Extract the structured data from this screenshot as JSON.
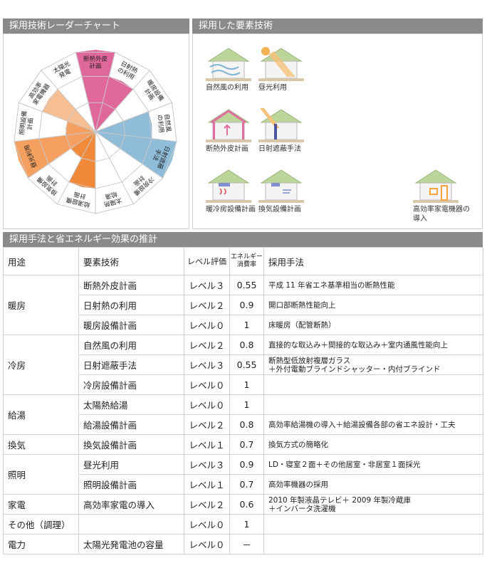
{
  "headers": {
    "radar": "採用技術レーダーチャート",
    "elements": "採用した要素技術",
    "table": "採用手法と省エネルギー効果の推計"
  },
  "chart_data": {
    "type": "radar",
    "levels": 3,
    "axes": [
      {
        "label": "断熱外皮計画",
        "lines": [
          "断熱外皮",
          "計画"
        ],
        "level": 3,
        "color": "#e0679a"
      },
      {
        "label": "日射熱の利用",
        "lines": [
          "日射熱",
          "の利用"
        ],
        "level": 2,
        "color": "#e0679a"
      },
      {
        "label": "暖房設備計画",
        "lines": [
          "暖房設備",
          "計画"
        ],
        "level": 0,
        "color": "#e0679a"
      },
      {
        "label": "自然風の利用",
        "lines": [
          "自然風",
          "の利用"
        ],
        "level": 2,
        "color": "#8fbcd9"
      },
      {
        "label": "日射遮蔽手法",
        "lines": [
          "日射遮蔽",
          "手法"
        ],
        "level": 3,
        "color": "#8fbcd9"
      },
      {
        "label": "冷房設備計画",
        "lines": [
          "冷房設備",
          "計画"
        ],
        "level": 0,
        "color": "#8fbcd9"
      },
      {
        "label": "太陽熱給湯",
        "lines": [
          "太陽熱",
          "給湯"
        ],
        "level": 0,
        "color": "#f2a35c"
      },
      {
        "label": "給湯設備計画",
        "lines": [
          "給湯設備",
          "計画"
        ],
        "level": 2,
        "color": "#f08a3a"
      },
      {
        "label": "換気設備計画",
        "lines": [
          "換気設備",
          "計画"
        ],
        "level": 1,
        "color": "#f08a3a"
      },
      {
        "label": "昼光利用",
        "lines": [
          "昼光利用"
        ],
        "level": 3,
        "color": "#f5a060"
      },
      {
        "label": "照明設備計画",
        "lines": [
          "照明設備",
          "計画"
        ],
        "level": 1,
        "color": "#f5a060"
      },
      {
        "label": "高効率家電機器",
        "lines": [
          "高効率",
          "家電機器"
        ],
        "level": 2,
        "color": "#f7be92"
      },
      {
        "label": "太陽光発電",
        "lines": [
          "太陽光",
          "発電"
        ],
        "level": 0,
        "color": "#f7be92"
      }
    ]
  },
  "elements": [
    {
      "label": "自然風の利用",
      "icon": "house-natural-wind-icon"
    },
    {
      "label": "昼光利用",
      "icon": "house-daylight-icon"
    },
    {
      "label": "断熱外皮計画",
      "icon": "house-insulation-icon"
    },
    {
      "label": "日射遮蔽手法",
      "icon": "house-shading-icon"
    },
    {
      "label": "暖冷房設備計画",
      "icon": "house-hvac-icon"
    },
    {
      "label": "換気設備計画",
      "icon": "house-ventilation-icon"
    },
    {
      "label": "高効率家電機器の導入",
      "icon": "house-appliance-icon"
    }
  ],
  "table": {
    "columns": [
      "用途",
      "要素技術",
      "レベル評価",
      "エネルギー消費率",
      "採用手法"
    ],
    "col_energy_lines": [
      "エネルギー",
      "消費率"
    ],
    "groups": [
      {
        "category": "暖房",
        "rows": [
          {
            "tech": "断熱外皮計画",
            "level": "レベル３",
            "rate": "0.55",
            "method": "平成 11 年省エネ基準相当の断熱性能"
          },
          {
            "tech": "日射熱の利用",
            "level": "レベル２",
            "rate": "0.9",
            "method": "開口部断熱性能向上"
          },
          {
            "tech": "暖房設備計画",
            "level": "レベル０",
            "rate": "1",
            "method": "床暖房（配管断熱）"
          }
        ]
      },
      {
        "category": "冷房",
        "rows": [
          {
            "tech": "自然風の利用",
            "level": "レベル２",
            "rate": "0.8",
            "method": "直接的な取込み＋間接的な取込み＋室内通風性能向上"
          },
          {
            "tech": "日射遮蔽手法",
            "level": "レベル３",
            "rate": "0.55",
            "method": "断熱型低放射複層ガラス\n＋外付電動ブラインドシャッター・内付ブラインド"
          },
          {
            "tech": "冷房設備計画",
            "level": "レベル０",
            "rate": "1",
            "method": ""
          }
        ]
      },
      {
        "category": "給湯",
        "rows": [
          {
            "tech": "太陽熱給湯",
            "level": "レベル０",
            "rate": "1",
            "method": ""
          },
          {
            "tech": "給湯設備計画",
            "level": "レベル２",
            "rate": "0.8",
            "method": "高効率給湯機の導入＋給湯設備各部の省エネ設計・工夫"
          }
        ]
      },
      {
        "category": "換気",
        "rows": [
          {
            "tech": "換気設備計画",
            "level": "レベル１",
            "rate": "0.7",
            "method": "換気方式の簡略化"
          }
        ]
      },
      {
        "category": "照明",
        "rows": [
          {
            "tech": "昼光利用",
            "level": "レベル３",
            "rate": "0.9",
            "method": "LD・寝室２面＋その他居室・非居室１面採光"
          },
          {
            "tech": "照明設備計画",
            "level": "レベル１",
            "rate": "0.7",
            "method": "高効率機器の採用"
          }
        ]
      },
      {
        "category": "家電",
        "rows": [
          {
            "tech": "高効率家電の導入",
            "level": "レベル２",
            "rate": "0.6",
            "method": "2010 年製液晶テレビ＋ 2009 年製冷蔵庫\n＋インバータ洗濯機"
          }
        ]
      },
      {
        "category": "その他（調理）",
        "rows": [
          {
            "tech": "",
            "level": "レベル０",
            "rate": "1",
            "method": ""
          }
        ]
      },
      {
        "category": "電力",
        "rows": [
          {
            "tech": "太陽光発電池の容量",
            "level": "レベル０",
            "rate": "－",
            "method": ""
          }
        ]
      }
    ]
  }
}
